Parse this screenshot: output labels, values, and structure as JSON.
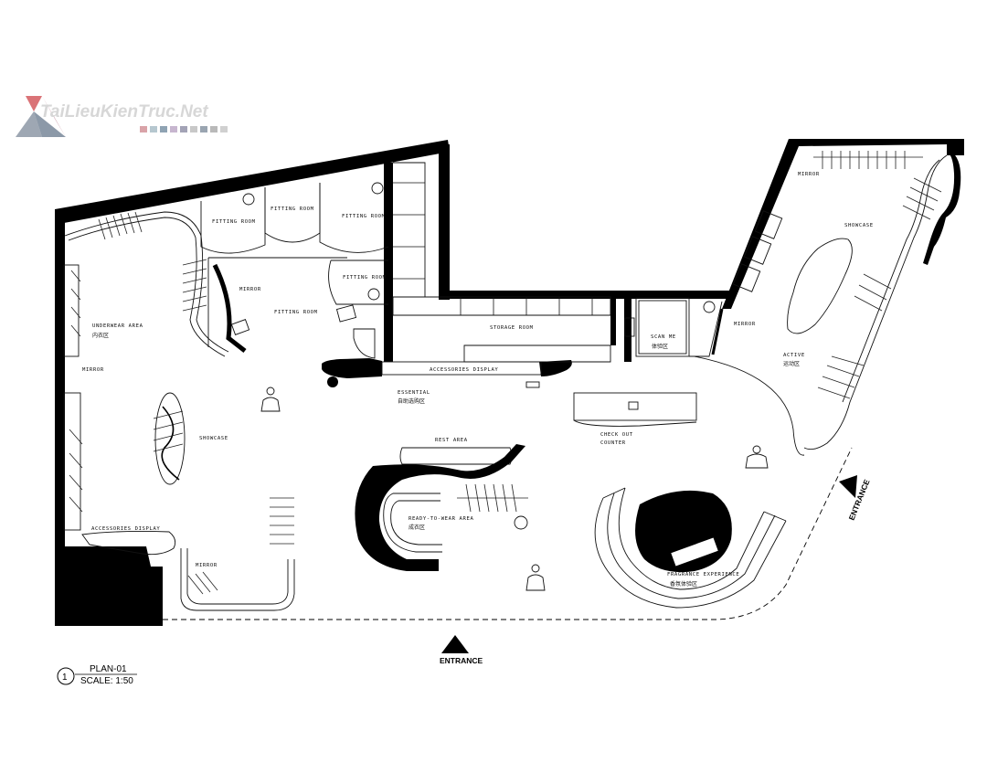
{
  "watermark": {
    "text": "TaiLieuKienTruc.Net",
    "swatch_colors": [
      "#d9a3a8",
      "#b6c7cf",
      "#8fa3b3",
      "#c7b6cf",
      "#a3a3b6",
      "#c8c8c8",
      "#9aa5b1",
      "#b9b9b9"
    ]
  },
  "rooms": {
    "fitting_room_1": "FITTING ROOM",
    "fitting_room_2": "FITTING ROOM",
    "fitting_room_3": "FITTING ROOM",
    "fitting_room_4": "FITTING ROOM",
    "fitting_room_main": "FITTING ROOM",
    "mirror_fitting": "MIRROR",
    "underwear_area": "UNDERWEAR AREA",
    "underwear_area_cn": "内衣区",
    "mirror_left": "MIRROR",
    "showcase_left": "SHOWCASE",
    "accessories_display_left": "ACCESSORIES DISPLAY",
    "mirror_bottom": "MIRROR",
    "storage_room": "STORAGE ROOM",
    "scan_me": "SCAN ME",
    "scan_me_cn": "体验区",
    "accessories_display_top": "ACCESSORIES DISPLAY",
    "essential": "ESSENTIAL",
    "essential_cn": "自助选购区",
    "rest_area": "REST AREA",
    "check_out": "CHECK OUT",
    "counter": "COUNTER",
    "ready_to_wear": "READY-TO-WEAR AREA",
    "ready_to_wear_cn": "成衣区",
    "fragrance": "FRAGRANCE EXPERIENCE",
    "fragrance_cn": "香氛体验区",
    "mirror_right_top": "MIRROR",
    "showcase_right": "SHOWCASE",
    "mirror_right": "MIRROR",
    "active": "ACTIVE",
    "active_cn": "运动区"
  },
  "entrances": {
    "bottom": "ENTRANCE",
    "right": "ENTRANCE"
  },
  "plan": {
    "number": "1",
    "title": "PLAN-01",
    "scale": "SCALE: 1:50"
  }
}
